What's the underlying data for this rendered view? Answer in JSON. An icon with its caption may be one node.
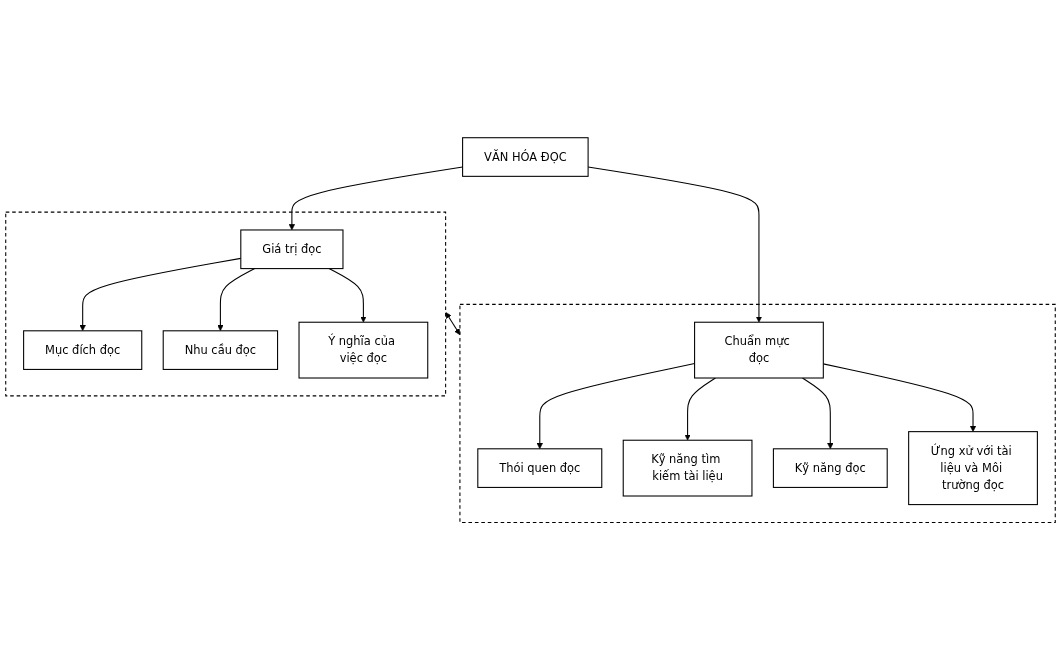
{
  "diagram": {
    "nodes": [
      {
        "text": [
          "VĂN HÓA ĐỌC"
        ]
      },
      {
        "text": [],
        "shape": "box"
      },
      {
        "text": [
          "Giá trị đọc"
        ],
        "in": 1
      },
      {
        "text": [
          "Mục đích đọc"
        ],
        "in": 1
      },
      {
        "text": [
          "Nhu cầu đọc"
        ],
        "in": 1
      },
      {
        "text": [
          "Ý nghĩa của việc đọc"
        ],
        "in": 1
      },
      {
        "text": [],
        "shape": "box"
      },
      {
        "text": [
          "Chuẩn mực đọc"
        ],
        "in": 6
      },
      {
        "text": [
          "Thói quen đọc"
        ],
        "in": 6
      },
      {
        "text": [
          "Kỹ năng tìm kiếm tài liệu"
        ],
        "in": 6
      },
      {
        "text": [
          "Kỹ năng đọc"
        ],
        "in": 6
      },
      {
        "text": [
          "Ứng xử với tài liệu và Môi trường đọc"
        ],
        "in": 6
      }
    ],
    "edges": [
      {
        "from": 0,
        "to": 2,
        "arrow": "to"
      },
      {
        "from": 0,
        "to": 7,
        "arrow": "to"
      },
      {
        "from": 2,
        "to": 3,
        "arrow": "to"
      },
      {
        "from": 2,
        "to": 4,
        "arrow": "to"
      },
      {
        "from": 2,
        "to": 5,
        "arrow": "to"
      },
      {
        "from": 7,
        "to": 8,
        "arrow": "to"
      },
      {
        "from": 7,
        "to": 9,
        "arrow": "to"
      },
      {
        "from": 7,
        "to": 10,
        "arrow": "to"
      },
      {
        "from": 7,
        "to": 11,
        "arrow": "to"
      },
      {
        "from": 1,
        "to": 6,
        "arrow": "both"
      }
    ]
  }
}
